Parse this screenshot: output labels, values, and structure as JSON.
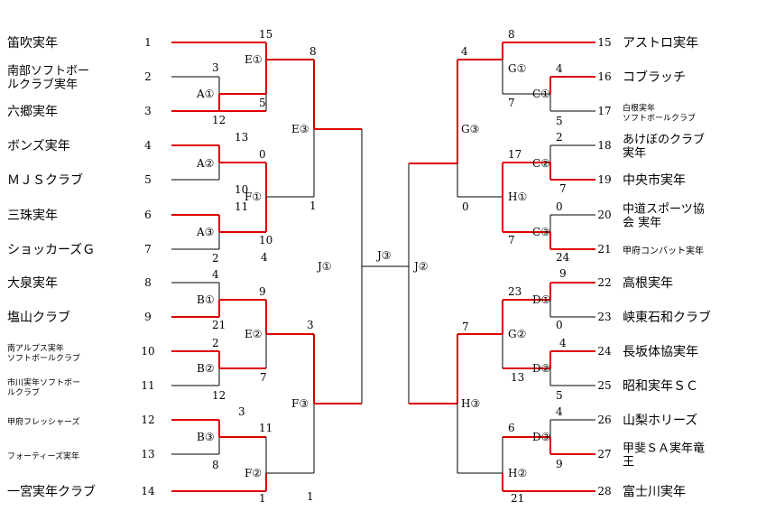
{
  "left_teams": [
    {
      "seed": "1",
      "name": [
        "笛吹実年"
      ],
      "size": 14
    },
    {
      "seed": "2",
      "name": [
        "南部ソフトボー",
        "ルクラブ実年"
      ],
      "size": 13
    },
    {
      "seed": "3",
      "name": [
        "六郷実年"
      ],
      "size": 14
    },
    {
      "seed": "4",
      "name": [
        "ボンズ実年"
      ],
      "size": 14
    },
    {
      "seed": "5",
      "name": [
        "ＭＪＳクラブ"
      ],
      "size": 14
    },
    {
      "seed": "6",
      "name": [
        "三珠実年"
      ],
      "size": 14
    },
    {
      "seed": "7",
      "name": [
        "ショッカーズＧ"
      ],
      "size": 14
    },
    {
      "seed": "8",
      "name": [
        "大泉実年"
      ],
      "size": 14
    },
    {
      "seed": "9",
      "name": [
        "塩山クラブ"
      ],
      "size": 14
    },
    {
      "seed": "10",
      "name": [
        "南アルプス実年",
        "ソフトボールクラブ"
      ],
      "size": 9
    },
    {
      "seed": "11",
      "name": [
        "市川実年ソフトボー",
        "ルクラブ"
      ],
      "size": 9
    },
    {
      "seed": "12",
      "name": [
        "甲府フレッシャーズ"
      ],
      "size": 9
    },
    {
      "seed": "13",
      "name": [
        "フォーティーズ実年"
      ],
      "size": 9
    },
    {
      "seed": "14",
      "name": [
        "一宮実年クラブ"
      ],
      "size": 14
    }
  ],
  "right_teams": [
    {
      "seed": "15",
      "name": [
        "アストロ実年"
      ],
      "size": 14
    },
    {
      "seed": "16",
      "name": [
        "コブラッチ"
      ],
      "size": 14
    },
    {
      "seed": "17",
      "name": [
        "白根実年",
        "ソフトボールクラブ"
      ],
      "size": 9
    },
    {
      "seed": "18",
      "name": [
        "あけぼのクラブ",
        "実年"
      ],
      "size": 13
    },
    {
      "seed": "19",
      "name": [
        "中央市実年"
      ],
      "size": 14
    },
    {
      "seed": "20",
      "name": [
        "中道スポーツ協",
        "会 実年"
      ],
      "size": 13
    },
    {
      "seed": "21",
      "name": [
        "甲府コンバット実年"
      ],
      "size": 10
    },
    {
      "seed": "22",
      "name": [
        "高根実年"
      ],
      "size": 14
    },
    {
      "seed": "23",
      "name": [
        "峡東石和クラブ"
      ],
      "size": 14
    },
    {
      "seed": "24",
      "name": [
        "長坂体協実年"
      ],
      "size": 14
    },
    {
      "seed": "25",
      "name": [
        "昭和実年ＳＣ"
      ],
      "size": 14
    },
    {
      "seed": "26",
      "name": [
        "山梨ホリーズ"
      ],
      "size": 14
    },
    {
      "seed": "27",
      "name": [
        "甲斐ＳＡ実年竜",
        "王"
      ],
      "size": 13
    },
    {
      "seed": "28",
      "name": [
        "富士川実年"
      ],
      "size": 14
    }
  ],
  "match_labels": [
    "E①",
    "A①",
    "A②",
    "F①",
    "A③",
    "B①",
    "E②",
    "B②",
    "B③",
    "F②",
    "E③",
    "F③",
    "J①",
    "J③",
    "J②",
    "G①",
    "C①",
    "G③",
    "C②",
    "H①",
    "C③",
    "D①",
    "G②",
    "D②",
    "H③",
    "D③",
    "H②"
  ],
  "scores": [
    "15",
    "5",
    "3",
    "12",
    "13",
    "10",
    "0",
    "1",
    "11",
    "4",
    "10",
    "8",
    "1",
    "2",
    "21",
    "9",
    "4",
    "12",
    "2",
    "7",
    "3",
    "3",
    "8",
    "11",
    "1",
    "8",
    "4",
    "4",
    "7",
    "5",
    "2",
    "17",
    "0",
    "7",
    "0",
    "7",
    "24",
    "9",
    "0",
    "23",
    "13",
    "4",
    "5",
    "7",
    "4",
    "9",
    "6",
    "21"
  ]
}
